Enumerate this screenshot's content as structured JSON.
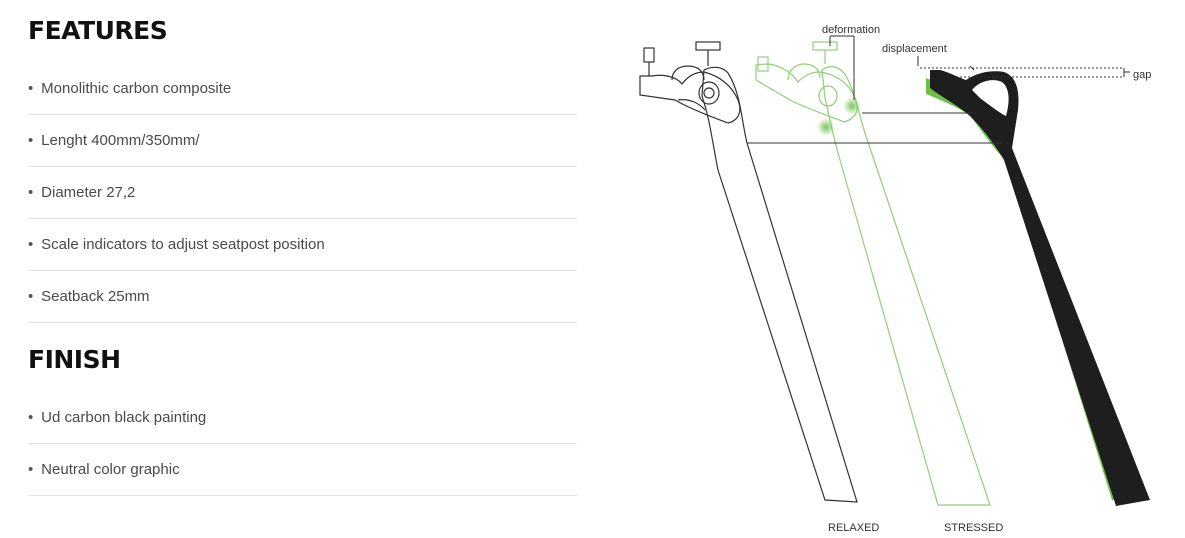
{
  "features": {
    "title": "FEATURES",
    "items": [
      "Monolithic carbon composite",
      "Lenght 400mm/350mm/",
      "Diameter 27,2",
      "Scale indicators to adjust seatpost position",
      "Seatback 25mm"
    ]
  },
  "finish": {
    "title": "FINISH",
    "items": [
      "Ud carbon black painting",
      "Neutral color graphic"
    ]
  },
  "bullet": "•",
  "diagram": {
    "labels": {
      "deformation": "deformation",
      "displacement": "displacement",
      "gap": "gap",
      "relaxed": "RELAXED",
      "stressed": "STRESSED"
    },
    "colors": {
      "outline": "#333333",
      "green": "#6cc04a",
      "green_light": "#9ed48a",
      "black": "#1e1e1e"
    }
  }
}
